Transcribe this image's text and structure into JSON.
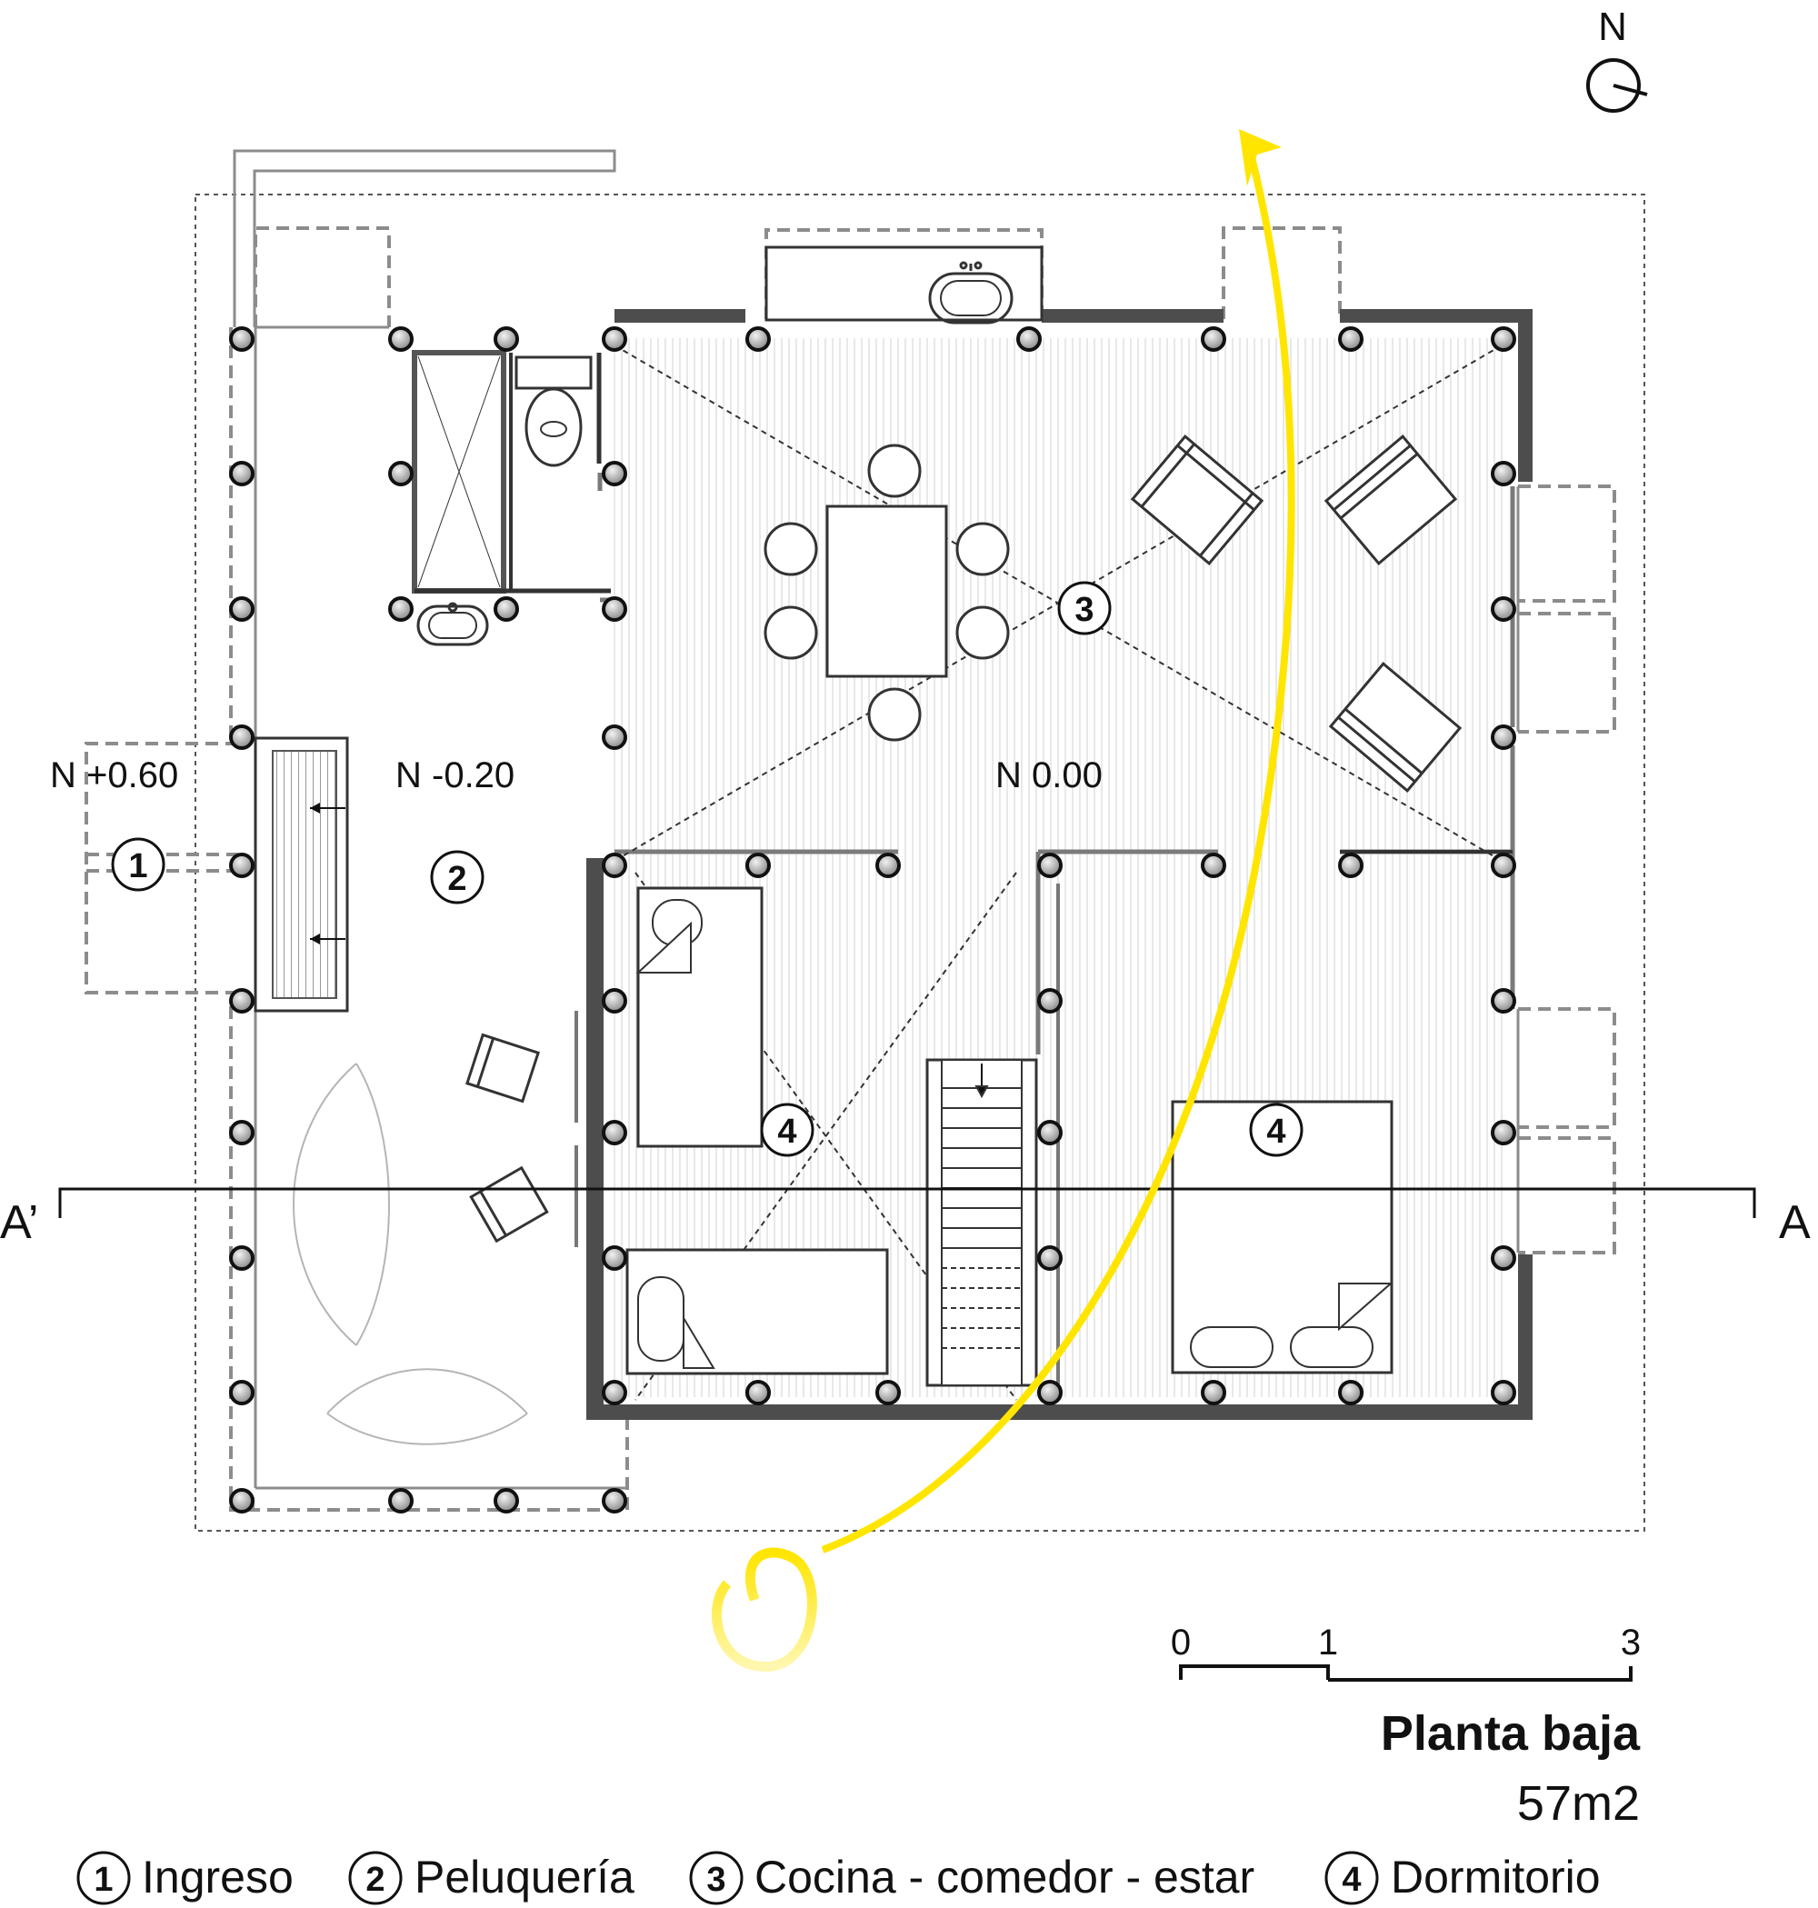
{
  "north": {
    "label": "N"
  },
  "levels": [
    {
      "id": "entry",
      "label": "N +0.60"
    },
    {
      "id": "salon",
      "label": "N -0.20"
    },
    {
      "id": "main",
      "label": "N 0.00"
    }
  ],
  "rooms": [
    {
      "id": "ingreso",
      "number": "1"
    },
    {
      "id": "peluqueria",
      "number": "2"
    },
    {
      "id": "cocina",
      "number": "3"
    },
    {
      "id": "dormitorio_a",
      "number": "4"
    },
    {
      "id": "dormitorio_b",
      "number": "4"
    }
  ],
  "section": {
    "left": "A’",
    "right": "A"
  },
  "scale": {
    "ticks": [
      "0",
      "1",
      "3"
    ]
  },
  "title": "Planta baja",
  "area": "57m2",
  "legend": [
    {
      "number": "1",
      "label": "Ingreso"
    },
    {
      "number": "2",
      "label": "Peluquería"
    },
    {
      "number": "3",
      "label": "Cocina - comedor - estar"
    },
    {
      "number": "4",
      "label": "Dormitorio"
    }
  ],
  "colors": {
    "line": "#111111",
    "wall": "#4d4d4d",
    "dashed": "#8c8c8c",
    "sun_path": "#ffe500",
    "floor_hatch": "#c8c8c8"
  }
}
